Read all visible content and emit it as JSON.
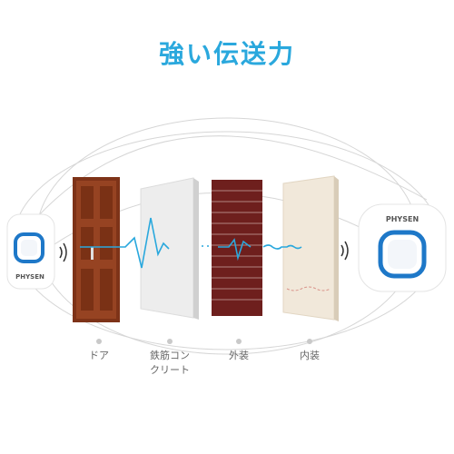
{
  "headline": "強い伝送力",
  "transmitter": {
    "brand": "PHYSEN"
  },
  "receiver": {
    "brand": "PHYSEN"
  },
  "obstacles": [
    {
      "label": "ドア"
    },
    {
      "label": "鉄筋コン",
      "label2": "クリート"
    },
    {
      "label": "外装"
    },
    {
      "label": "内装"
    }
  ],
  "colors": {
    "accent": "#2aa8dd",
    "device_ring": "#1e78c8",
    "door": "#8b3a1c",
    "brick": "#6e1f1d",
    "concrete": "#ececec",
    "interior": "#efe6d8"
  }
}
